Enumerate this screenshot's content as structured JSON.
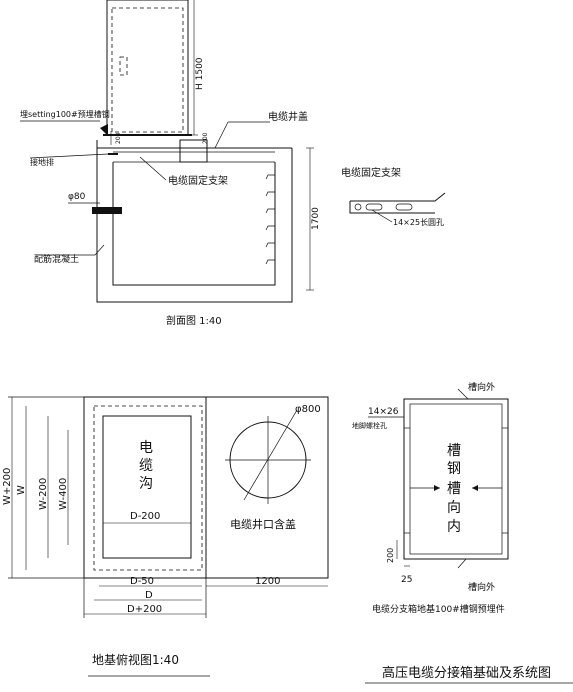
{
  "section_view": {
    "box_height_dim": "H 1500",
    "embedded_channel_note": "埋setting100#预埋槽钢",
    "grounding_label": "接地排",
    "dim_200_a": "200",
    "dim_200_b": "200",
    "cable_well_cover": "电缆井盖",
    "cable_bracket": "电缆固定支架",
    "pipe_label": "φ80",
    "depth_dim": "1700",
    "concrete_label": "配筋混凝土",
    "caption": "剖面图 1:40"
  },
  "bracket_detail": {
    "title": "电缆固定支架",
    "slot_note": "14×25长圆孔"
  },
  "plan_view": {
    "dim_w_plus_200": "W+200",
    "dim_w": "W",
    "dim_w_minus_200": "W-200",
    "dim_w_minus_400": "W-400",
    "trench_label_chars": [
      "电",
      "缆",
      "沟"
    ],
    "dim_d_minus_200": "D-200",
    "dim_d_minus_50": "D-50",
    "dim_d": "D",
    "dim_d_plus_200": "D+200",
    "dim_1200": "1200",
    "well_diameter": "φ800",
    "well_label": "电缆井口含盖",
    "caption": "地基俯视图1:40"
  },
  "channel_detail": {
    "top_label": "槽向外",
    "bottom_label": "槽向外",
    "hole_size": "14×26",
    "hole_note": "地脚螺栓孔",
    "center_label_chars": [
      "槽",
      "钢",
      "槽",
      "向",
      "内"
    ],
    "dim_200": "200",
    "dim_25": "25",
    "caption": "电缆分支箱地基100#槽钢预埋件"
  },
  "title_block": {
    "main_title": "高压电缆分接箱基础及系统图"
  }
}
